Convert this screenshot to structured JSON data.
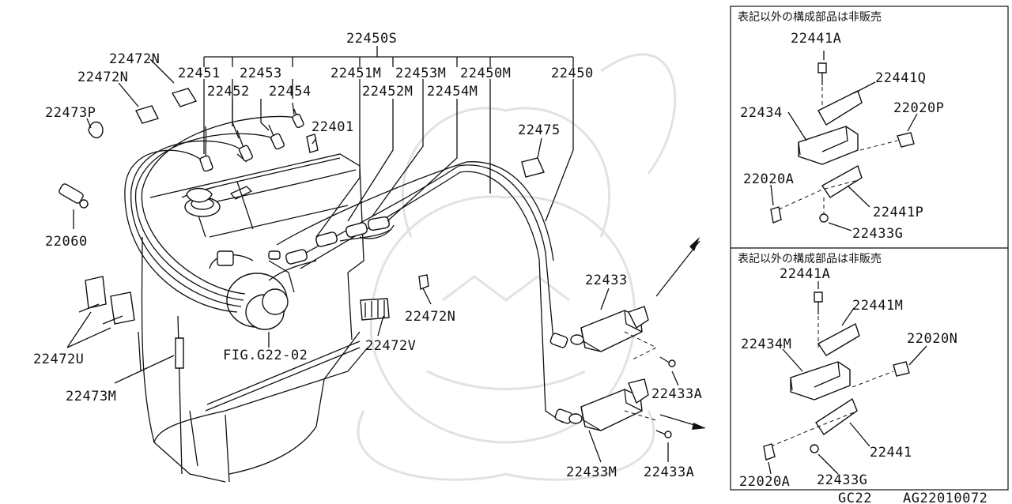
{
  "main": {
    "labels": {
      "l22450S": "22450S",
      "l22472N_a": "22472N",
      "l22472N_b": "22472N",
      "l22451": "22451",
      "l22453": "22453",
      "l22451M": "22451M",
      "l22453M": "22453M",
      "l22450M": "22450M",
      "l22450": "22450",
      "l22452": "22452",
      "l22454": "22454",
      "l22452M": "22452M",
      "l22454M": "22454M",
      "l22473P": "22473P",
      "l22401": "22401",
      "l22475": "22475",
      "l22060": "22060",
      "l22433": "22433",
      "l22472N_c": "22472N",
      "fig": "FIG.G22-02",
      "l22472V": "22472V",
      "l22472U": "22472U",
      "l22473M": "22473M",
      "l22433A_a": "22433A",
      "l22433M": "22433M",
      "l22433A_b": "22433A"
    }
  },
  "insets": [
    {
      "note": "表記以外の構成部品は非販売",
      "labels": [
        "22441A",
        "22441Q",
        "22434",
        "22020P",
        "22020A",
        "22441P",
        "22433G"
      ]
    },
    {
      "note": "表記以外の構成部品は非販売",
      "labels": [
        "22441A",
        "22441M",
        "22434M",
        "22020N",
        "22441",
        "22020A",
        "22433G"
      ]
    }
  ],
  "footer": {
    "group_code": "GC22",
    "diagram_code": "AG22010072"
  }
}
